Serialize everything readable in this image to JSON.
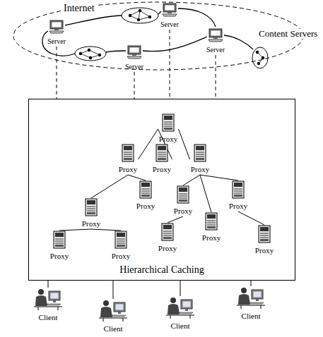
{
  "diagram": {
    "nodes": [
      {
        "text": [
          "Internet",
          "Content Servers"
        ]
      },
      {
        "text": [
          "Server"
        ],
        "in": 0
      },
      {
        "text": [
          "Server"
        ],
        "in": 0
      },
      {
        "text": [
          "Server"
        ],
        "in": 0
      },
      {
        "text": [
          "Server"
        ],
        "in": 0
      },
      {
        "text": [
          "Hierarchical Caching"
        ]
      },
      {
        "text": [
          "Proxy"
        ],
        "in": 5
      },
      {
        "text": [
          "Proxy"
        ],
        "in": 5
      },
      {
        "text": [
          "Proxy"
        ],
        "in": 5
      },
      {
        "text": [
          "Proxy"
        ],
        "in": 5
      },
      {
        "text": [
          "Proxy"
        ],
        "in": 5
      },
      {
        "text": [
          "Proxy"
        ],
        "in": 5
      },
      {
        "text": [
          "Proxy"
        ],
        "in": 5
      },
      {
        "text": [
          "Proxy"
        ],
        "in": 5
      },
      {
        "text": [
          "Proxy"
        ],
        "in": 5
      },
      {
        "text": [
          "Proxy"
        ],
        "in": 5
      },
      {
        "text": [
          "Proxy"
        ],
        "in": 5
      },
      {
        "text": [
          "Proxy"
        ],
        "in": 5
      },
      {
        "text": [
          "Proxy"
        ],
        "in": 5
      },
      {
        "text": [
          "Client"
        ]
      },
      {
        "text": [
          "Client"
        ]
      },
      {
        "text": [
          "Client"
        ]
      },
      {
        "text": [
          "Client"
        ]
      }
    ],
    "edges": [
      {
        "from": 1,
        "to": 5,
        "arrow": "none"
      },
      {
        "from": 2,
        "to": 5,
        "arrow": "none"
      },
      {
        "from": 3,
        "to": 5,
        "arrow": "none"
      },
      {
        "from": 4,
        "to": 5,
        "arrow": "none"
      },
      {
        "from": 6,
        "to": 7,
        "arrow": "none"
      },
      {
        "from": 6,
        "to": 8,
        "arrow": "none"
      },
      {
        "from": 6,
        "to": 9,
        "arrow": "none"
      },
      {
        "from": 7,
        "to": 13,
        "arrow": "none"
      },
      {
        "from": 7,
        "to": 10,
        "arrow": "none"
      },
      {
        "from": 13,
        "to": 17,
        "arrow": "none"
      },
      {
        "from": 13,
        "to": 18,
        "arrow": "none"
      },
      {
        "from": 9,
        "to": 12,
        "arrow": "none"
      },
      {
        "from": 9,
        "to": 14,
        "arrow": "none"
      },
      {
        "from": 9,
        "to": 11,
        "arrow": "none"
      },
      {
        "from": 12,
        "to": 15,
        "arrow": "none"
      },
      {
        "from": 11,
        "to": 16,
        "arrow": "none"
      },
      {
        "from": 5,
        "to": 19,
        "arrow": "none"
      },
      {
        "from": 5,
        "to": 20,
        "arrow": "none"
      },
      {
        "from": 5,
        "to": 21,
        "arrow": "none"
      },
      {
        "from": 5,
        "to": 22,
        "arrow": "none"
      }
    ]
  }
}
